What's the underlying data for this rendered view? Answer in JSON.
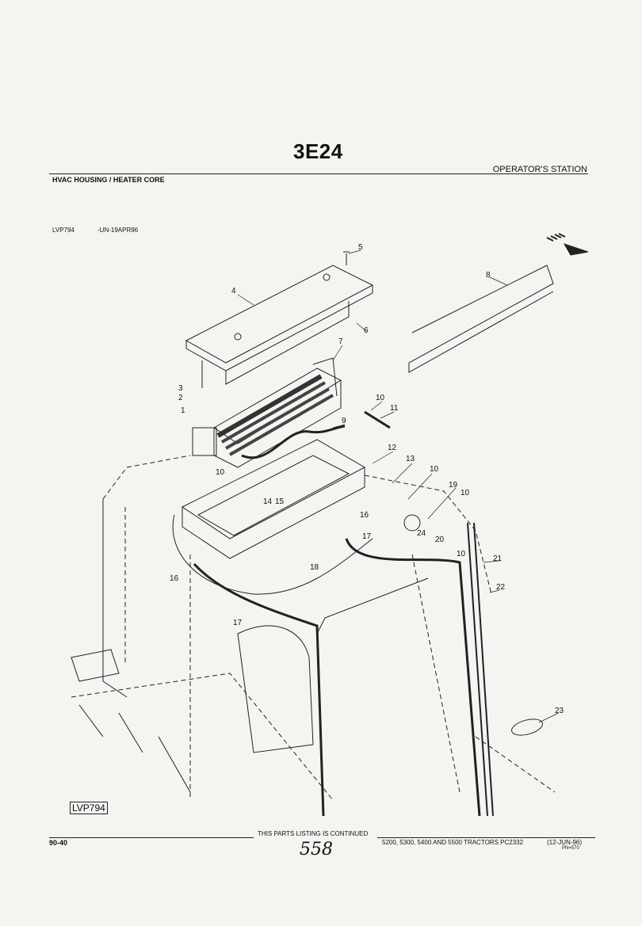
{
  "header": {
    "page_code": "3E24",
    "section": "OPERATOR'S STATION",
    "title": "HVAC HOUSING / HEATER CORE",
    "ref_id": "LVP794",
    "ref_date": "-UN-19APR96"
  },
  "diagram": {
    "figure_id": "LVP794",
    "callouts": [
      "1",
      "2",
      "3",
      "4",
      "5",
      "6",
      "7",
      "8",
      "9",
      "10",
      "11",
      "10",
      "12",
      "13",
      "10",
      "14",
      "15",
      "16",
      "16",
      "17",
      "17",
      "18",
      "19",
      "10",
      "24",
      "20",
      "10",
      "21",
      "22",
      "23"
    ]
  },
  "footer": {
    "page_ref": "90-40",
    "continued": "THIS PARTS LISTING IS CONTINUED",
    "handwritten": "558",
    "models": "5200, 5300, 5400 AND 5500 TRACTORS   PC2332",
    "date": "(12-JUN-96)",
    "pn": "PN=570"
  }
}
